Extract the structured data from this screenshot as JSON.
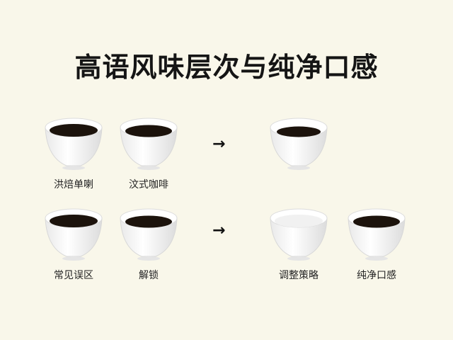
{
  "title": "高语风味层次与纯净口感",
  "arrow_glyph": "→",
  "row1": {
    "labels": [
      "洪焙单喇",
      "汶式咖啡"
    ]
  },
  "row2": {
    "labels": [
      "常见误区",
      "解锁",
      "调整策略",
      "纯净口感"
    ]
  },
  "colors": {
    "background": "#f9f7ea",
    "coffee": "#1c130c",
    "cup": "#ffffff"
  }
}
